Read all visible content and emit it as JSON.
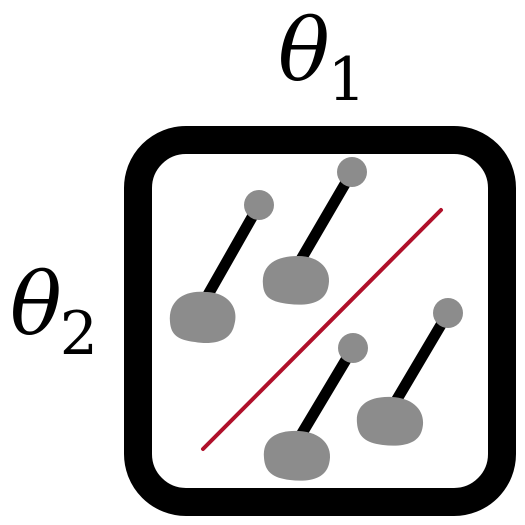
{
  "labels": {
    "top": {
      "symbol": "θ",
      "subscript": "1"
    },
    "left": {
      "symbol": "θ",
      "subscript": "2"
    }
  },
  "colors": {
    "frame": "#000000",
    "pendulum_bob": "#8c8c8c",
    "pendulum_rod": "#000000",
    "diagonal_line": "#b0102a",
    "background": "#ffffff"
  },
  "pendulum_count": 4
}
